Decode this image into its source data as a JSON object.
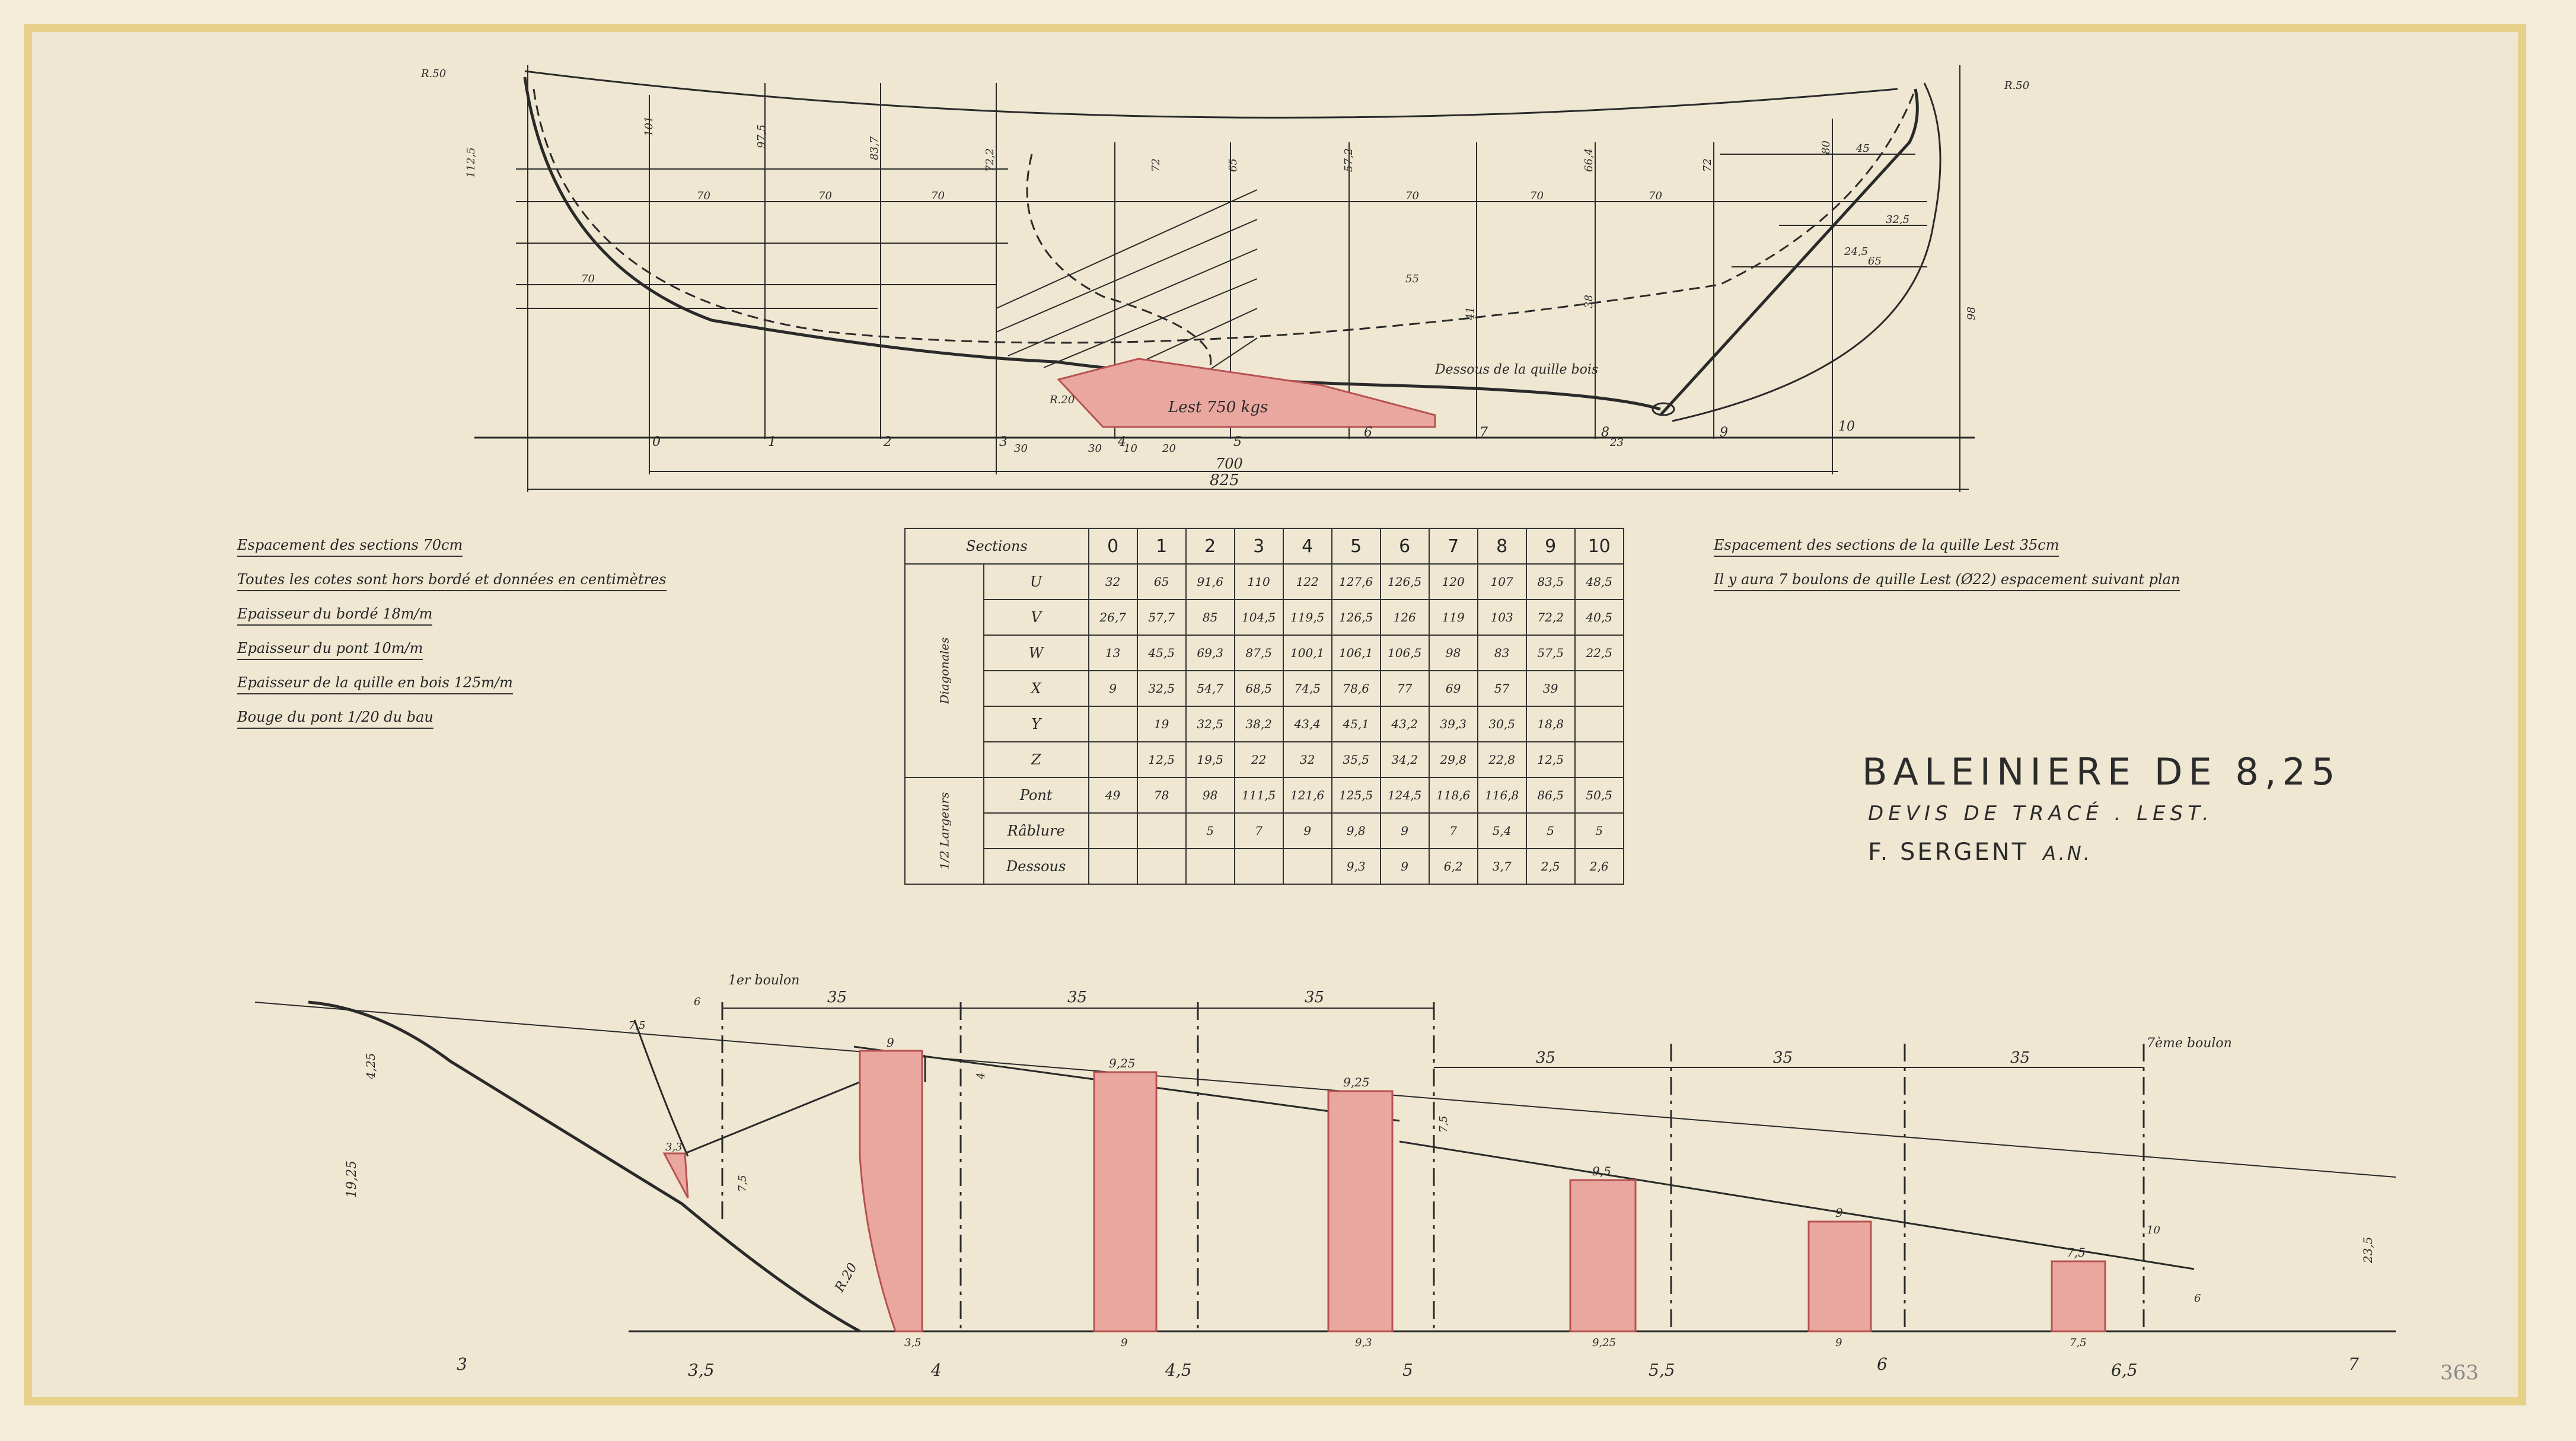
{
  "title": {
    "main": "BALEINIERE DE 8,25",
    "sub": "DEVIS DE TRACÉ . LEST.",
    "author": "F. SERGENT",
    "author_suffix": "A.N."
  },
  "sheet_number": "363",
  "notes_left": [
    "Espacement des sections 70cm",
    "Toutes les cotes sont hors bordé et données en centimètres",
    "Epaisseur du bordé 18m/m",
    "Epaisseur du pont 10m/m",
    "Epaisseur de la quille en bois 125m/m",
    "Bouge du pont 1/20 du bau"
  ],
  "notes_right": [
    "Espacement des sections de la quille Lest 35cm",
    "Il y aura 7 boulons de quille Lest (Ø22) espacement suivant plan"
  ],
  "offsets_table": {
    "corner": "Sections",
    "columns": [
      "0",
      "1",
      "2",
      "3",
      "4",
      "5",
      "6",
      "7",
      "8",
      "9",
      "10"
    ],
    "group_diagonales": "Diagonales",
    "group_largeurs": "1/2 Largeurs",
    "diagonales": [
      {
        "label": "U",
        "values": [
          "32",
          "65",
          "91,6",
          "110",
          "122",
          "127,6",
          "126,5",
          "120",
          "107",
          "83,5",
          "48,5"
        ]
      },
      {
        "label": "V",
        "values": [
          "26,7",
          "57,7",
          "85",
          "104,5",
          "119,5",
          "126,5",
          "126",
          "119",
          "103",
          "72,2",
          "40,5"
        ]
      },
      {
        "label": "W",
        "values": [
          "13",
          "45,5",
          "69,3",
          "87,5",
          "100,1",
          "106,1",
          "106,5",
          "98",
          "83",
          "57,5",
          "22,5"
        ]
      },
      {
        "label": "X",
        "values": [
          "9",
          "32,5",
          "54,7",
          "68,5",
          "74,5",
          "78,6",
          "77",
          "69",
          "57",
          "39",
          ""
        ]
      },
      {
        "label": "Y",
        "values": [
          "",
          "19",
          "32,5",
          "38,2",
          "43,4",
          "45,1",
          "43,2",
          "39,3",
          "30,5",
          "18,8",
          ""
        ]
      },
      {
        "label": "Z",
        "values": [
          "",
          "12,5",
          "19,5",
          "22",
          "32",
          "35,5",
          "34,2",
          "29,8",
          "22,8",
          "12,5",
          ""
        ]
      }
    ],
    "largeurs": [
      {
        "label": "Pont",
        "values": [
          "49",
          "78",
          "98",
          "111,5",
          "121,6",
          "125,5",
          "124,5",
          "118,6",
          "116,8",
          "86,5",
          "50,5"
        ]
      },
      {
        "label": "Râblure",
        "values": [
          "",
          "",
          "5",
          "7",
          "9",
          "9,8",
          "9",
          "7",
          "5,4",
          "5",
          "5"
        ]
      },
      {
        "label": "Dessous",
        "values": [
          "",
          "",
          "",
          "",
          "",
          "9,3",
          "9",
          "6,2",
          "3,7",
          "2,5",
          "2,6"
        ]
      }
    ]
  },
  "profile": {
    "overall_length": "825",
    "keel_length": "700",
    "lest_label": "Lest 750 kgs",
    "keel_label": "Dessous de la quille bois",
    "section_numbers": [
      "0",
      "1",
      "2",
      "3",
      "4",
      "5",
      "6",
      "7",
      "8",
      "9",
      "10"
    ],
    "heights": [
      "112,5",
      "101",
      "97,5",
      "83,7",
      "72,2",
      "72",
      "65",
      "57,2",
      "41",
      "38",
      "66,4",
      "72",
      "80",
      "98"
    ],
    "offsets_bottom": [
      "30",
      "30",
      "10",
      "20",
      "23"
    ],
    "waterline_values": [
      "70",
      "70",
      "70",
      "70",
      "70",
      "70",
      "70",
      "55",
      "65",
      "45",
      "32,5",
      "24,5"
    ],
    "radius_labels": [
      "R.50",
      "R.50",
      "R.20"
    ]
  },
  "ballast_detail": {
    "spacing": [
      "35",
      "35",
      "35",
      "35",
      "35",
      "35"
    ],
    "bolt_first": "1er boulon",
    "bolt_last": "7ème boulon",
    "bar_widths_top": [
      "9",
      "9,25",
      "9,25",
      "9,5",
      "9",
      "7,5"
    ],
    "bar_widths_bottom": [
      "3,5",
      "9",
      "9,3",
      "9,25",
      "9",
      "7,5"
    ],
    "stations": [
      "3",
      "3,5",
      "4",
      "4,5",
      "5",
      "5,5",
      "6",
      "6,5",
      "7"
    ],
    "left_height": "19,25",
    "left_offset": "4,25",
    "small_dims": [
      "6",
      "7,5",
      "3,3",
      "7,5",
      "4",
      "7,5",
      "10",
      "6",
      "23,5"
    ],
    "radius": "R.20"
  }
}
